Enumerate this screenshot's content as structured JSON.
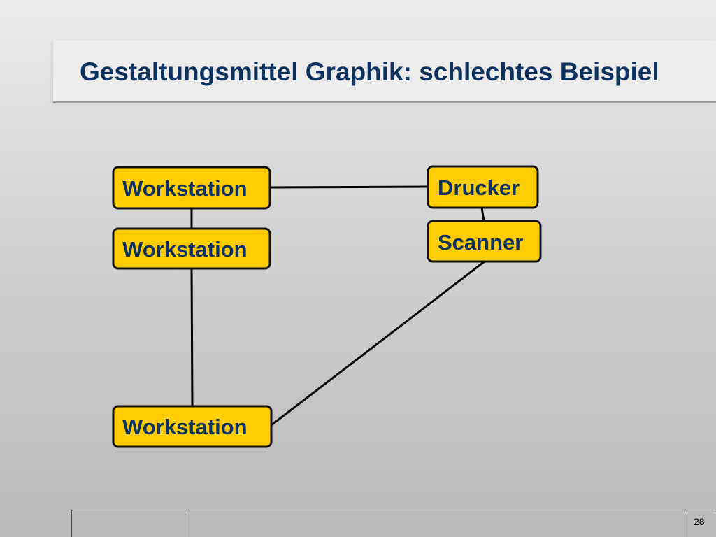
{
  "slide": {
    "title": "Gestaltungsmittel Graphik: schlechtes Beispiel",
    "page_number": "28"
  },
  "diagram": {
    "nodes": [
      {
        "id": "workstation-1",
        "label": "Workstation"
      },
      {
        "id": "workstation-2",
        "label": "Workstation"
      },
      {
        "id": "workstation-3",
        "label": "Workstation"
      },
      {
        "id": "drucker",
        "label": "Drucker"
      },
      {
        "id": "scanner",
        "label": "Scanner"
      }
    ],
    "edges": [
      {
        "from": "workstation-1",
        "to": "drucker"
      },
      {
        "from": "workstation-1",
        "to": "workstation-2"
      },
      {
        "from": "workstation-2",
        "to": "workstation-3"
      },
      {
        "from": "drucker",
        "to": "scanner"
      },
      {
        "from": "scanner",
        "to": "workstation-3"
      }
    ]
  },
  "colors": {
    "node_fill": "#ffcc00",
    "node_text": "#0d3260",
    "title_text": "#0d3260"
  }
}
